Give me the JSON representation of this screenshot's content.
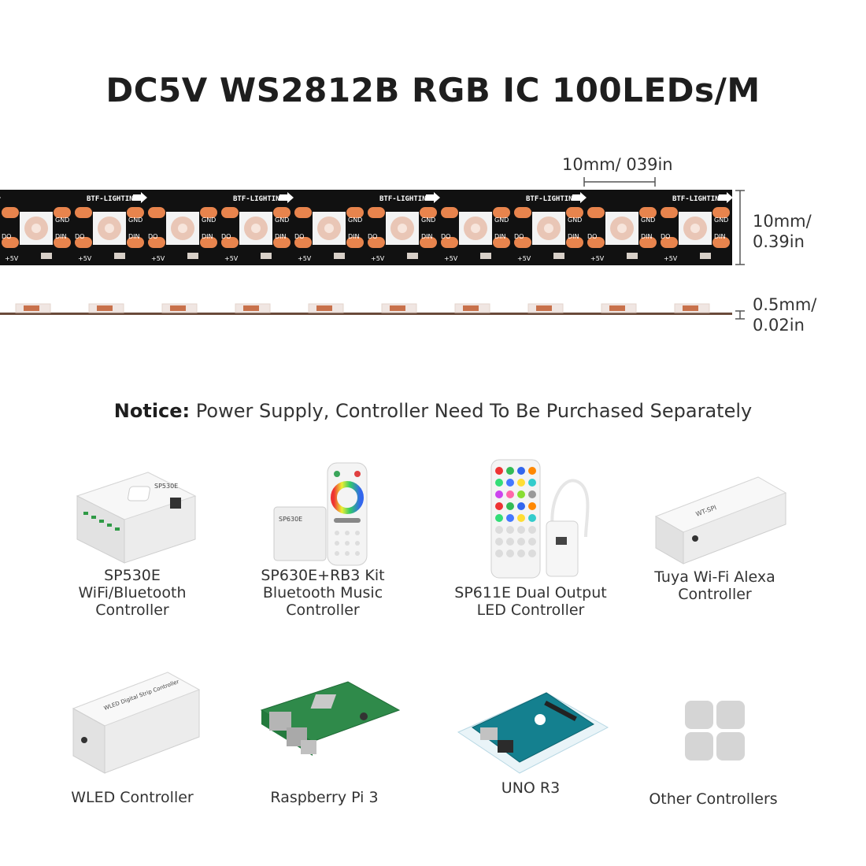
{
  "header": {
    "title": "DC5V WS2812B RGB IC 100LEDs/M"
  },
  "strip": {
    "brand_text": "BTF-LIGHTING",
    "pin_gnd": "GND",
    "pin_din": "DIN",
    "pin_do": "DO",
    "pin_power": "+5V",
    "pad_color": "#e8844d",
    "board_color": "#111111"
  },
  "dimensions": {
    "spacing": "10mm/ 039in",
    "width_line1": "10mm/",
    "width_line2": "0.39in",
    "thickness_line1": "0.5mm/",
    "thickness_line2": "0.02in"
  },
  "notice": {
    "label": "Notice:",
    "text": " Power Supply, Controller Need To Be Purchased Separately"
  },
  "products": [
    {
      "line1": "SP530E",
      "line2": "WiFi/Bluetooth",
      "line3": "Controller"
    },
    {
      "line1": "SP630E+RB3 Kit",
      "line2": "Bluetooth Music",
      "line3": "Controller"
    },
    {
      "line1": "SP611E Dual Output",
      "line2": "LED Controller",
      "line3": ""
    },
    {
      "line1": "Tuya Wi-Fi Alexa",
      "line2": "Controller",
      "line3": ""
    },
    {
      "line1": "WLED Controller",
      "line2": "",
      "line3": ""
    },
    {
      "line1": "Raspberry Pi 3",
      "line2": "",
      "line3": ""
    },
    {
      "line1": "UNO R3",
      "line2": "",
      "line3": ""
    },
    {
      "line1": "Other Controllers",
      "line2": "",
      "line3": ""
    }
  ],
  "device_text": {
    "sp530e": "SP530E",
    "sp630e": "SP630E",
    "wled": "WLED Digital Strip Controller",
    "tuya": "WT-SPI"
  }
}
